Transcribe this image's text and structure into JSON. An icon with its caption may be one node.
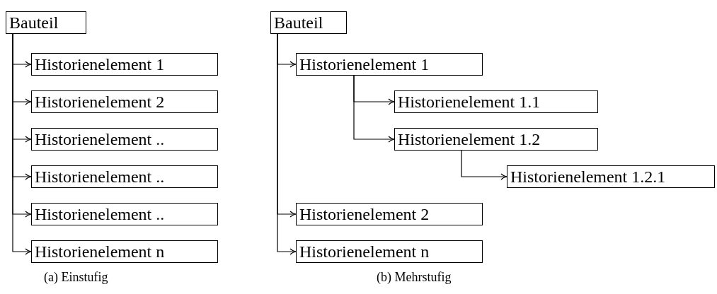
{
  "diagram": {
    "nodes": [
      {
        "text": [
          "Bauteil"
        ]
      },
      {
        "text": [
          "Historienelement 1"
        ]
      },
      {
        "text": [
          "Historienelement 2"
        ]
      },
      {
        "text": [
          "Historienelement .."
        ]
      },
      {
        "text": [
          "Historienelement .."
        ]
      },
      {
        "text": [
          "Historienelement .."
        ]
      },
      {
        "text": [
          "Historienelement n"
        ]
      },
      {
        "text": [
          "Bauteil"
        ]
      },
      {
        "text": [
          "Historienelement 1"
        ]
      },
      {
        "text": [
          "Historienelement 1.1"
        ]
      },
      {
        "text": [
          "Historienelement 1.2"
        ]
      },
      {
        "text": [
          "Historienelement 1.2.1"
        ]
      },
      {
        "text": [
          "Historienelement 2"
        ]
      },
      {
        "text": [
          "Historienelement n"
        ]
      }
    ],
    "edges": [
      {
        "from": 0,
        "to": 1,
        "arrow": "to"
      },
      {
        "from": 0,
        "to": 2,
        "arrow": "to"
      },
      {
        "from": 0,
        "to": 3,
        "arrow": "to"
      },
      {
        "from": 0,
        "to": 4,
        "arrow": "to"
      },
      {
        "from": 0,
        "to": 5,
        "arrow": "to"
      },
      {
        "from": 0,
        "to": 6,
        "arrow": "to"
      },
      {
        "from": 7,
        "to": 8,
        "arrow": "to"
      },
      {
        "from": 8,
        "to": 9,
        "arrow": "to"
      },
      {
        "from": 8,
        "to": 10,
        "arrow": "to"
      },
      {
        "from": 10,
        "to": 11,
        "arrow": "to"
      },
      {
        "from": 7,
        "to": 12,
        "arrow": "to"
      },
      {
        "from": 7,
        "to": 13,
        "arrow": "to"
      }
    ],
    "labels": [
      "(a) Einstufig",
      "(b) Mehrstufig"
    ]
  }
}
